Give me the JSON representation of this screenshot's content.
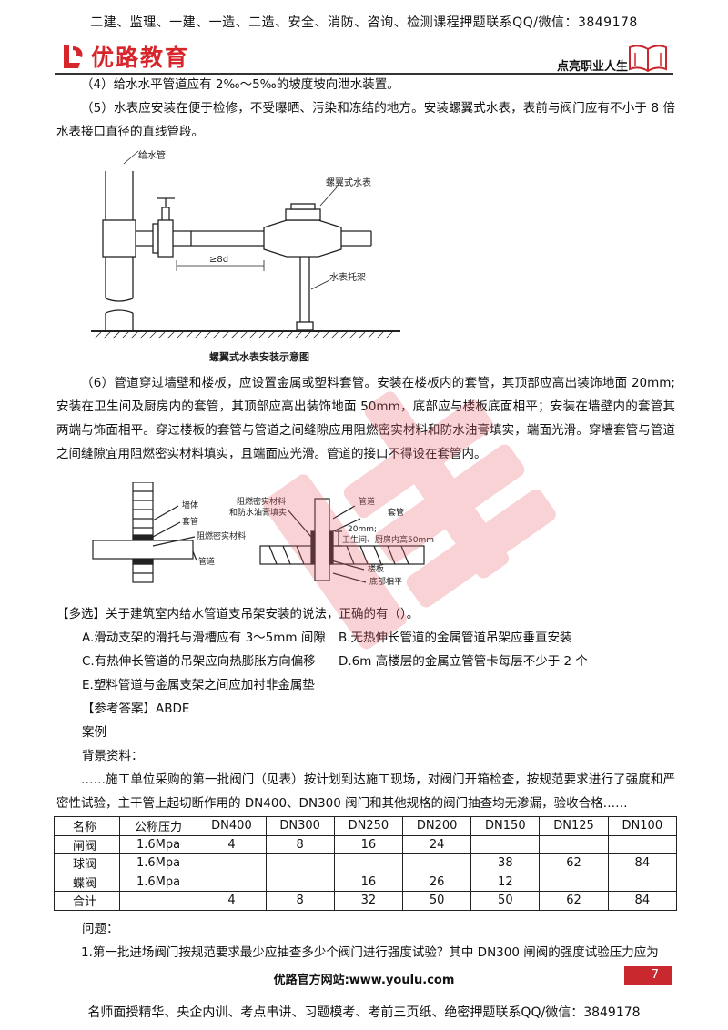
{
  "header": {
    "top_note": "二建、监理、一建、一造、二造、安全、消防、咨询、检测课程押题联系QQ/微信：3849178",
    "logo_text": "优路教育",
    "slogan": "点亮职业人生",
    "brand_color": "#d6262c"
  },
  "body": {
    "para_4": "（4）给水水平管道应有 2‰～5‰的坡度坡向泄水装置。",
    "para_5": "（5）水表应安装在便于检修，不受曝晒、污染和冻结的地方。安装螺翼式水表，表前与阀门应有不小于 8 倍水表接口直径的直线管段。",
    "fig1": {
      "label_pipe": "给水管",
      "label_meter": "螺翼式水表",
      "label_length": "≥8d",
      "label_support": "水表托架",
      "caption": "螺翼式水表安装示意图"
    },
    "para_6": "（6）管道穿过墙壁和楼板，应设置金属或塑料套管。安装在楼板内的套管，其顶部应高出装饰地面 20mm;安装在卫生间及厨房内的套管，其顶部应高出装饰地面 50mm，底部应与楼板底面相平；安装在墙壁内的套管其两端与饰面相平。穿过楼板的套管与管道之间缝隙应用阻燃密实材料和防水油膏填实，端面光滑。穿墙套管与管道之间缝隙宜用阻燃密实材料填实，且端面应光滑。管道的接口不得设在套管内。",
    "fig2": {
      "wall": "墙体",
      "sleeve": "套管",
      "fireproof": "阻燃密实材料",
      "pipe": "管道",
      "fill_1": "阻燃密实材料",
      "fill_2": "和防水油膏填实",
      "pipe_r": "管道",
      "sleeve_r": "套管",
      "dim_1": "20mm;",
      "dim_2": "卫生间、厨房内高50mm",
      "slab": "楼板",
      "bottom": "底部相平"
    },
    "question_title": "【多选】关于建筑室内给水管道支吊架安装的说法，正确的有（）。",
    "options": {
      "A": "A.滑动支架的滑托与滑槽应有 3～5mm 间隙",
      "B": "B.无热伸长管道的金属管道吊架应垂直安装",
      "C": "C.有热伸长管道的吊架应向热膨胀方向偏移",
      "D": "D.6m 高楼层的金属立管管卡每层不少于 2 个",
      "E": "E.塑料管道与金属支架之间应加衬非金属垫"
    },
    "answer": "【参考答案】ABDE",
    "case_label": "案例",
    "background_label": "背景资料：",
    "background_text": "……施工单位采购的第一批阀门（见表）按计划到达施工现场，对阀门开箱检查，按规范要求进行了强度和严密性试验，主干管上起切断作用的 DN400、DN300 阀门和其他规格的阀门抽查均无渗漏，验收合格……",
    "table": {
      "headers": [
        "名称",
        "公称压力",
        "DN400",
        "DN300",
        "DN250",
        "DN200",
        "DN150",
        "DN125",
        "DN100"
      ],
      "rows": [
        [
          "闸阀",
          "1.6Mpa",
          "4",
          "8",
          "16",
          "24",
          "",
          "",
          ""
        ],
        [
          "球阀",
          "1.6Mpa",
          "",
          "",
          "",
          "",
          "38",
          "62",
          "84"
        ],
        [
          "蝶阀",
          "1.6Mpa",
          "",
          "",
          "16",
          "26",
          "12",
          "",
          ""
        ],
        [
          "合计",
          "",
          "4",
          "8",
          "32",
          "50",
          "50",
          "62",
          "84"
        ]
      ]
    },
    "questions_label": "问题：",
    "question_1": "1.第一批进场阀门按规范要求最少应抽查多少个阀门进行强度试验？其中 DN300 闸阀的强度试验压力应为"
  },
  "footer": {
    "site": "优路官方网站:www.youlu.com",
    "page_number": "7",
    "bottom_note": "名师面授精华、央企内训、考点串讲、习题模考、考前三页纸、绝密押题联系QQ/微信：3849178",
    "page_color": "#c8282e"
  }
}
